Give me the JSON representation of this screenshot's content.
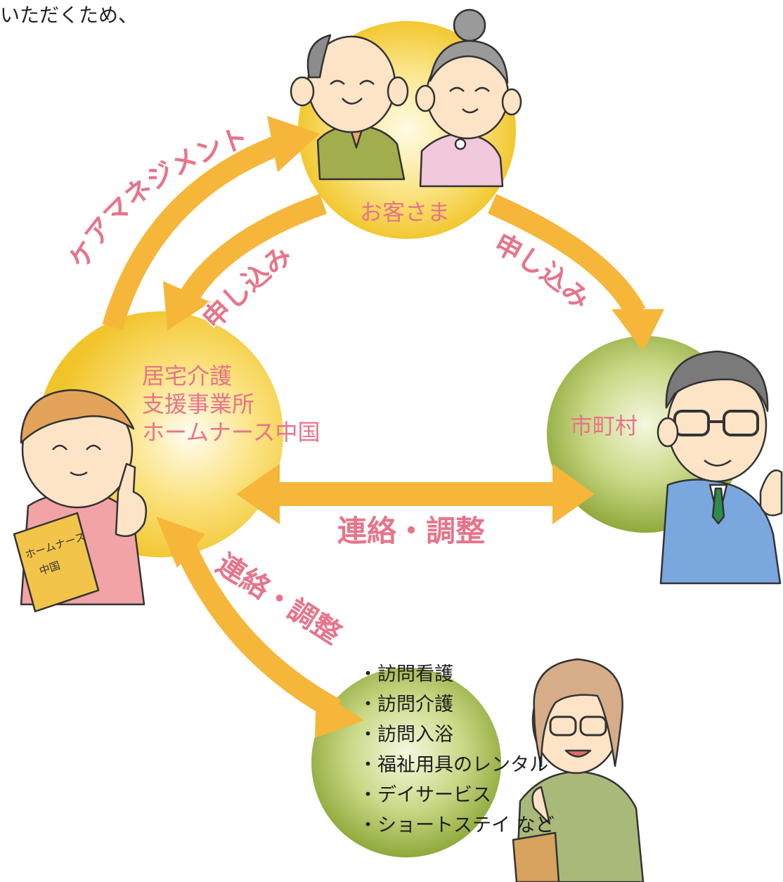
{
  "header_fragment": "いただくため、",
  "nodes": {
    "customer": "お客さま",
    "care_office": [
      "居宅介護",
      "支援事業所",
      "ホームナース中国"
    ],
    "municipality": "市町村"
  },
  "arrows": {
    "care_management": "ケアマネジメント",
    "apply_to_office": "申し込み",
    "apply_to_municipality": "申し込み",
    "coordinate_municipality": "連絡・調整",
    "coordinate_services": "連絡・調整"
  },
  "services": [
    "・訪問看護",
    "・訪問介護",
    "・訪問入浴",
    "・福祉用具のレンタル",
    "・デイサービス",
    "・ショートステイ など"
  ],
  "book_text": [
    "ホームナース",
    "中国"
  ],
  "colors": {
    "arrow": "#f5b63a",
    "label_pink": "#e7748a",
    "yellow_node": "#f3cf3a",
    "green_node": "#9fb54a",
    "text_dark": "#1e1e1e"
  }
}
